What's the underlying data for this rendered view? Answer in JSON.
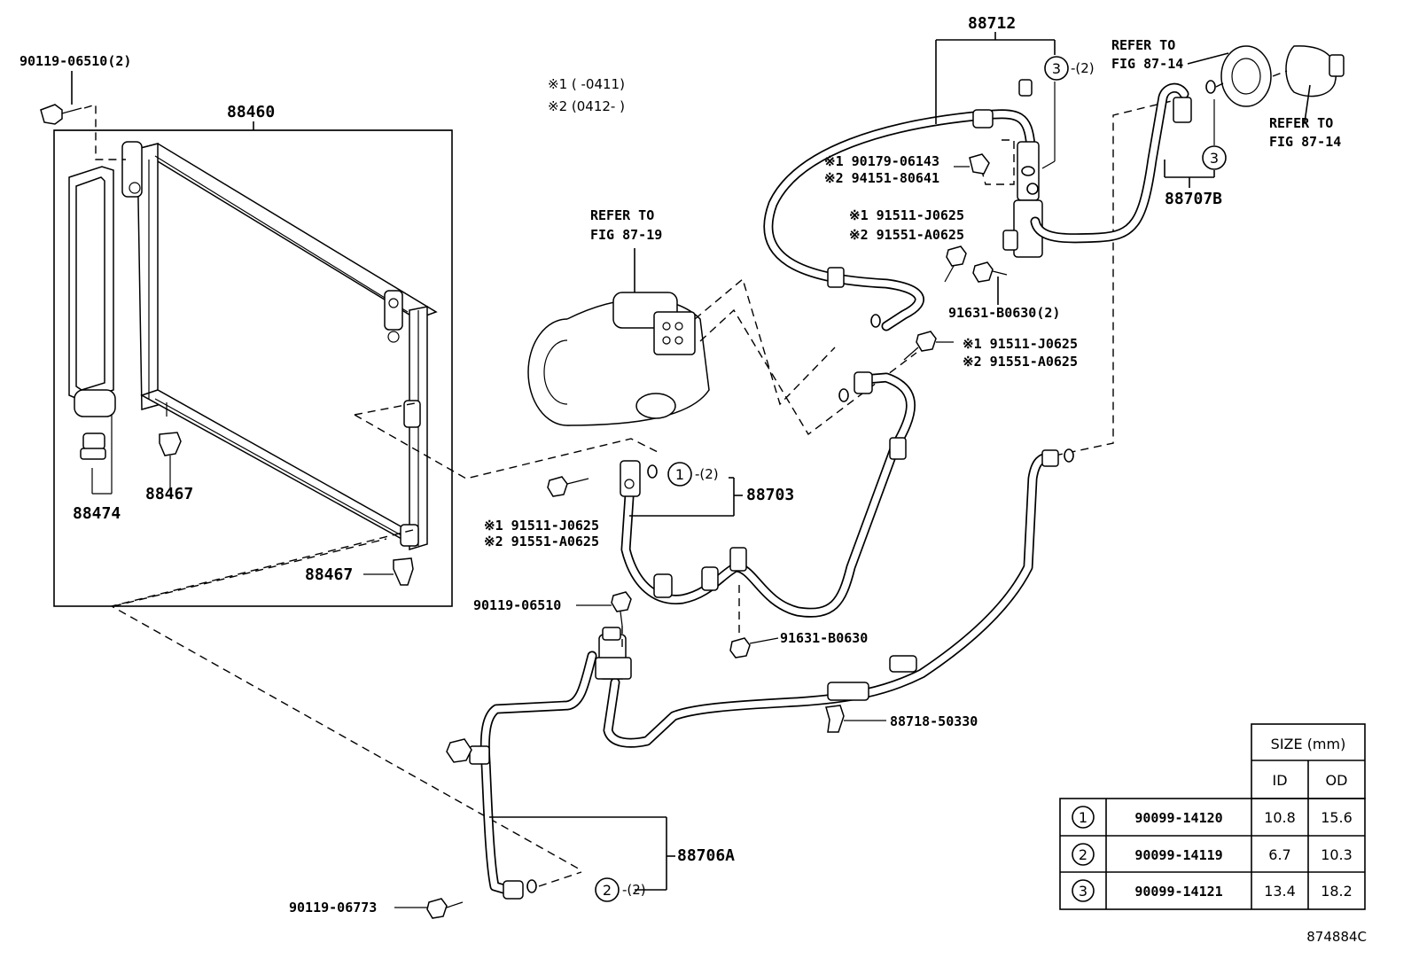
{
  "notes": {
    "n1": "※1 (       -0411)",
    "n2": "※2 (0412-        )"
  },
  "labels": {
    "p88712": "88712",
    "p88460": "88460",
    "p90119_06510_2": "90119-06510(2)",
    "p88474": "88474",
    "p88467_a": "88467",
    "p88467_b": "88467",
    "p88703": "88703",
    "p88707B": "88707B",
    "p88706A": "88706A",
    "p90119_06510": "90119-06510",
    "p90119_06773": "90119-06773",
    "p91631_B0630": "91631-B0630",
    "p91631_B0630_2": "91631-B0630(2)",
    "p88718_50330": "88718-50330",
    "a_90179": "※1 90179-06143",
    "a_94151": "※2 94151-80641",
    "b_91511": "※1 91511-J0625",
    "b_91551": "※2 91551-A0625",
    "c_91511": "※1 91511-J0625",
    "c_91551": "※2 91551-A0625",
    "d_91511": "※1 91511-J0625",
    "d_91551": "※2 91551-A0625",
    "qty_c1": "-(2)",
    "qty_c2": "-(2)",
    "qty_c3": "-(2)",
    "circle_1": "1",
    "circle_2": "2",
    "circle_3a": "3",
    "circle_3b": "3"
  },
  "references": {
    "refer_to": "REFER TO",
    "fig_87_19": "FIG 87-19",
    "fig_87_14": "FIG 87-14"
  },
  "size_table": {
    "header": "SIZE (mm)",
    "col_id": "ID",
    "col_od": "OD",
    "rows": [
      {
        "key": "1",
        "part": "90099-14120",
        "id": "10.8",
        "od": "15.6"
      },
      {
        "key": "2",
        "part": "90099-14119",
        "id": "6.7",
        "od": "10.3"
      },
      {
        "key": "3",
        "part": "90099-14121",
        "id": "13.4",
        "od": "18.2"
      }
    ]
  },
  "diagram_code": "874884C"
}
